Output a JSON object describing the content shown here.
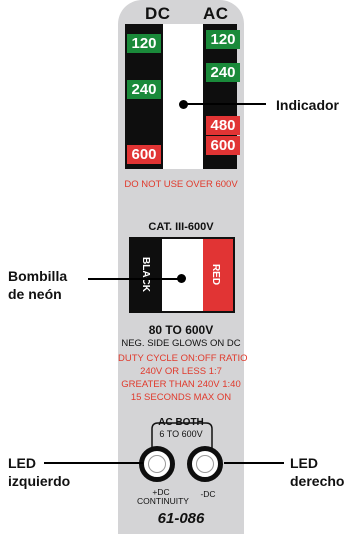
{
  "header": {
    "dc": "DC",
    "ac": "AC"
  },
  "dc_levels": [
    "120",
    "240",
    "600"
  ],
  "ac_levels": [
    "120",
    "240",
    "480",
    "600"
  ],
  "warning": "DO NOT USE OVER 600V",
  "category": "CAT. III-600V",
  "neon": {
    "black_label": "BLACK",
    "red_label": "RED"
  },
  "range": "80 TO 600V",
  "neg_side": "NEG. SIDE GLOWS ON DC",
  "duty": [
    "DUTY CYCLE ON:OFF RATIO",
    "240V OR LESS 1:7",
    "GREATER THAN 240V 1:40",
    "15 SECONDS MAX ON"
  ],
  "ac_both": {
    "title": "AC BOTH",
    "range": "6 TO 600V"
  },
  "led_labels": {
    "left_l1": "+DC",
    "left_l2": "CONTINUITY",
    "right": "-DC"
  },
  "model": "61-086",
  "callouts": {
    "indicator": "Indicador",
    "neon_l1": "Bombilla",
    "neon_l2": "de neón",
    "led_left_l1": "LED",
    "led_left_l2": "izquierdo",
    "led_right_l1": "LED",
    "led_right_l2": "derecho"
  },
  "colors": {
    "green": "#1a8a3a",
    "red": "#e13434",
    "warning_text": "#e03a2c"
  }
}
